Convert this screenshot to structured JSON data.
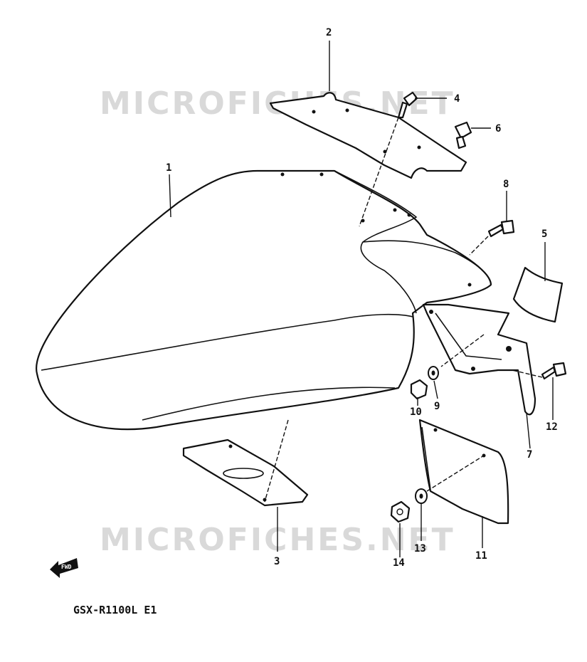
{
  "watermarks": [
    "MICROFICHES.NET",
    "MICROFICHES.NET"
  ],
  "model_label": "GSX-R1100L E1",
  "forward_arrow_label": "FWD",
  "callouts": {
    "c1": "1",
    "c2": "2",
    "c3": "3",
    "c4": "4",
    "c5": "5",
    "c6": "6",
    "c7": "7",
    "c8": "8",
    "c9": "9",
    "c10": "10",
    "c11": "11",
    "c12": "12",
    "c13": "13",
    "c14": "14"
  }
}
